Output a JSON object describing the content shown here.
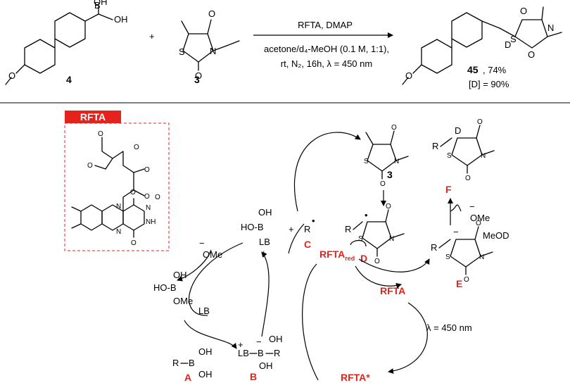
{
  "colors": {
    "accent": "#e4231c",
    "ink": "#000000"
  },
  "reaction": {
    "reactant1_label": "4",
    "reactant2_label": "3",
    "plus": "+",
    "reagents": "RFTA, DMAP",
    "cond_line1": "acetone/d₄-MeOH (0.1 M, 1:1),",
    "cond_line2": "rt, N₂, 16h, λ = 450 nm",
    "product_label": "45",
    "product_yield": ", 74%",
    "product_deut": "[D] = 90%"
  },
  "rfta_box": {
    "title": "RFTA"
  },
  "cycle": {
    "species_A": "A",
    "species_B": "B",
    "species_C": "C",
    "species_D": "D",
    "species_E": "E",
    "species_F": "F",
    "rfta_red": "RFTA",
    "rfta_red_sub": "red",
    "rfta": "RFTA",
    "rfta_star": "RFTA*",
    "light": "λ = 450 nm",
    "methoxide": "OMe",
    "meod": "MeOD",
    "lb": "LB",
    "compound3": "3"
  }
}
